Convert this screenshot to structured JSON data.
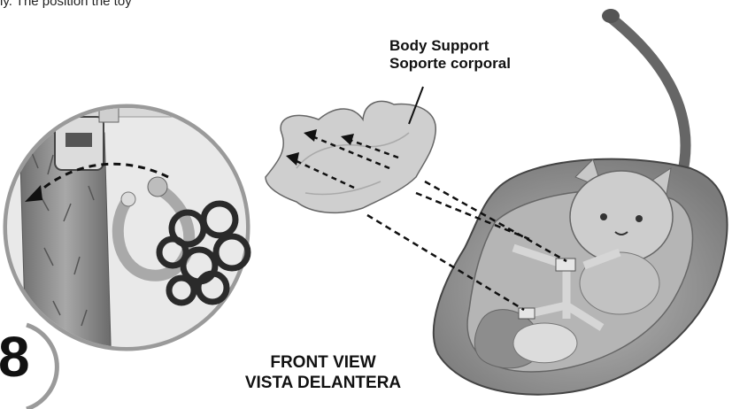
{
  "header": {
    "intro_text": "ly. The position the toy"
  },
  "labels": {
    "body_support_en": "Body Support",
    "body_support_es": "Soporte corporal",
    "front_view_en": "FRONT VIEW",
    "front_view_es": "VISTA DELANTERA"
  },
  "step": {
    "number": "8"
  },
  "colors": {
    "line": "#111111",
    "soft_gray": "#c9c9c9",
    "mid_gray": "#9a9a9a",
    "dark_gray": "#4a4a4a",
    "fur": "#8a8a8a",
    "ring": "#2a2a2a"
  }
}
